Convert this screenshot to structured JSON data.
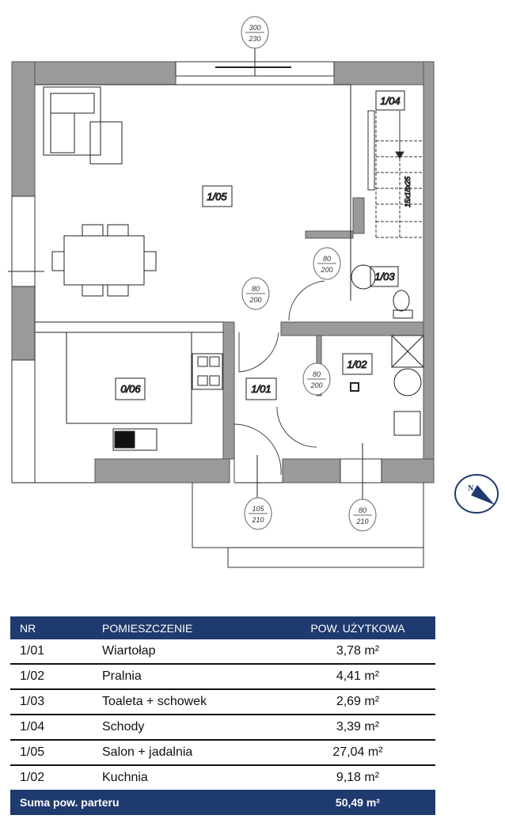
{
  "plan": {
    "rooms": {
      "r0105": "1/05",
      "r0104": "1/04",
      "r0103": "1/03",
      "r0106": "0/06",
      "r0101": "1/01",
      "r0102": "1/02"
    },
    "stairs_label": "15x18x25",
    "doors": {
      "d1": {
        "w": "300",
        "h": "230"
      },
      "d2": {
        "w": "80",
        "h": "200"
      },
      "d3": {
        "w": "80",
        "h": "200"
      },
      "d4": {
        "w": "80",
        "h": "200"
      },
      "d5": {
        "w": "105",
        "h": "210"
      },
      "d6": {
        "w": "80",
        "h": "210"
      }
    },
    "compass_letter": "N",
    "accent": "#1f3a6e"
  },
  "table": {
    "headers": [
      "NR",
      "POMIESZCZENIE",
      "POW. UŻYTKOWA"
    ],
    "rows": [
      {
        "nr": "1/01",
        "name": "Wiartołap",
        "area": "3,78 m²"
      },
      {
        "nr": "1/02",
        "name": "Pralnia",
        "area": "4,41 m²"
      },
      {
        "nr": "1/03",
        "name": "Toaleta + schowek",
        "area": "2,69 m²"
      },
      {
        "nr": "1/04",
        "name": "Schody",
        "area": "3,39 m²"
      },
      {
        "nr": "1/05",
        "name": "Salon + jadalnia",
        "area": "27,04 m²"
      },
      {
        "nr": "1/02",
        "name": "Kuchnia",
        "area": "9,18 m²"
      }
    ],
    "footer": {
      "label": "Suma pow. parteru",
      "area": "50,49 m²"
    }
  }
}
